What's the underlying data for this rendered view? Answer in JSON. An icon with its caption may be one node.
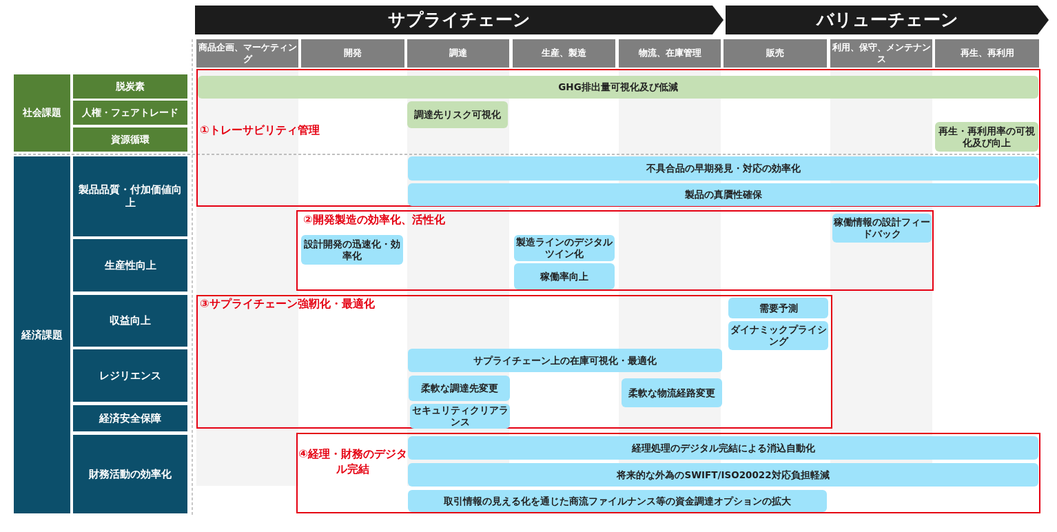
{
  "diagram": {
    "nodes": [
      {
        "text": [
          "サプライチェーン"
        ]
      },
      {
        "text": [
          "バリューチェーン"
        ]
      },
      {
        "text": [
          "商品企画、マーケティング"
        ]
      },
      {
        "text": [
          "開発"
        ]
      },
      {
        "text": [
          "調達"
        ]
      },
      {
        "text": [
          "生産、製造"
        ]
      },
      {
        "text": [
          "物流、在庫管理"
        ]
      },
      {
        "text": [
          "販売"
        ]
      },
      {
        "text": [
          "利用、保守、メンテナンス"
        ]
      },
      {
        "text": [
          "再生、再利用"
        ]
      },
      {
        "text": [
          "社会課題"
        ]
      },
      {
        "text": [
          "脱炭素"
        ]
      },
      {
        "text": [
          "人権・フェアトレード"
        ]
      },
      {
        "text": [
          "資源循環"
        ]
      },
      {
        "text": [
          "経済課題"
        ]
      },
      {
        "text": [
          "製品品質・付加価値向上"
        ]
      },
      {
        "text": [
          "生産性向上"
        ]
      },
      {
        "text": [
          "収益向上"
        ]
      },
      {
        "text": [
          "レジリエンス"
        ]
      },
      {
        "text": [
          "経済安全保障"
        ]
      },
      {
        "text": [
          "財務活動の効率化"
        ]
      },
      {
        "text": [
          "①トレーサビリティ管理"
        ]
      },
      {
        "text": [
          "GHG排出量可視化及び低減"
        ],
        "in": 21
      },
      {
        "text": [
          "調達先リスク可視化"
        ],
        "in": 21
      },
      {
        "text": [
          "再生・再利用率の可視化及び向上"
        ],
        "in": 21
      },
      {
        "text": [
          "不具合品の早期発見・対応の効率化"
        ],
        "in": 21
      },
      {
        "text": [
          "製品の真贋性確保"
        ],
        "in": 21
      },
      {
        "text": [
          "②開発製造の効率化、活性化"
        ]
      },
      {
        "text": [
          "設計開発の迅速化・効率化"
        ],
        "in": 27
      },
      {
        "text": [
          "製造ラインのデジタルツイン化"
        ],
        "in": 27
      },
      {
        "text": [
          "稼働率向上"
        ],
        "in": 27
      },
      {
        "text": [
          "稼働情報の設計フィードバック"
        ],
        "in": 27
      },
      {
        "text": [
          "③サプライチェーン強靭化・最適化"
        ]
      },
      {
        "text": [
          "需要予測"
        ],
        "in": 32
      },
      {
        "text": [
          "ダイナミックプライシング"
        ],
        "in": 32
      },
      {
        "text": [
          "サプライチェーン上の在庫可視化・最適化"
        ],
        "in": 32
      },
      {
        "text": [
          "柔軟な調達先変更"
        ],
        "in": 32
      },
      {
        "text": [
          "セキュリティクリアランス"
        ],
        "in": 32
      },
      {
        "text": [
          "柔軟な物流経路変更"
        ],
        "in": 32
      },
      {
        "text": [
          "④経理・財務のデジタル完結"
        ]
      },
      {
        "text": [
          "経理処理のデジタル完結による消込自動化"
        ],
        "in": 39
      },
      {
        "text": [
          "将来的な外為のSWIFT/ISO20022対応負担軽減"
        ],
        "in": 39
      },
      {
        "text": [
          "取引情報の見える化を通じた商流ファイルナンス等の資金調達オプションの拡大"
        ],
        "in": 39
      }
    ]
  }
}
